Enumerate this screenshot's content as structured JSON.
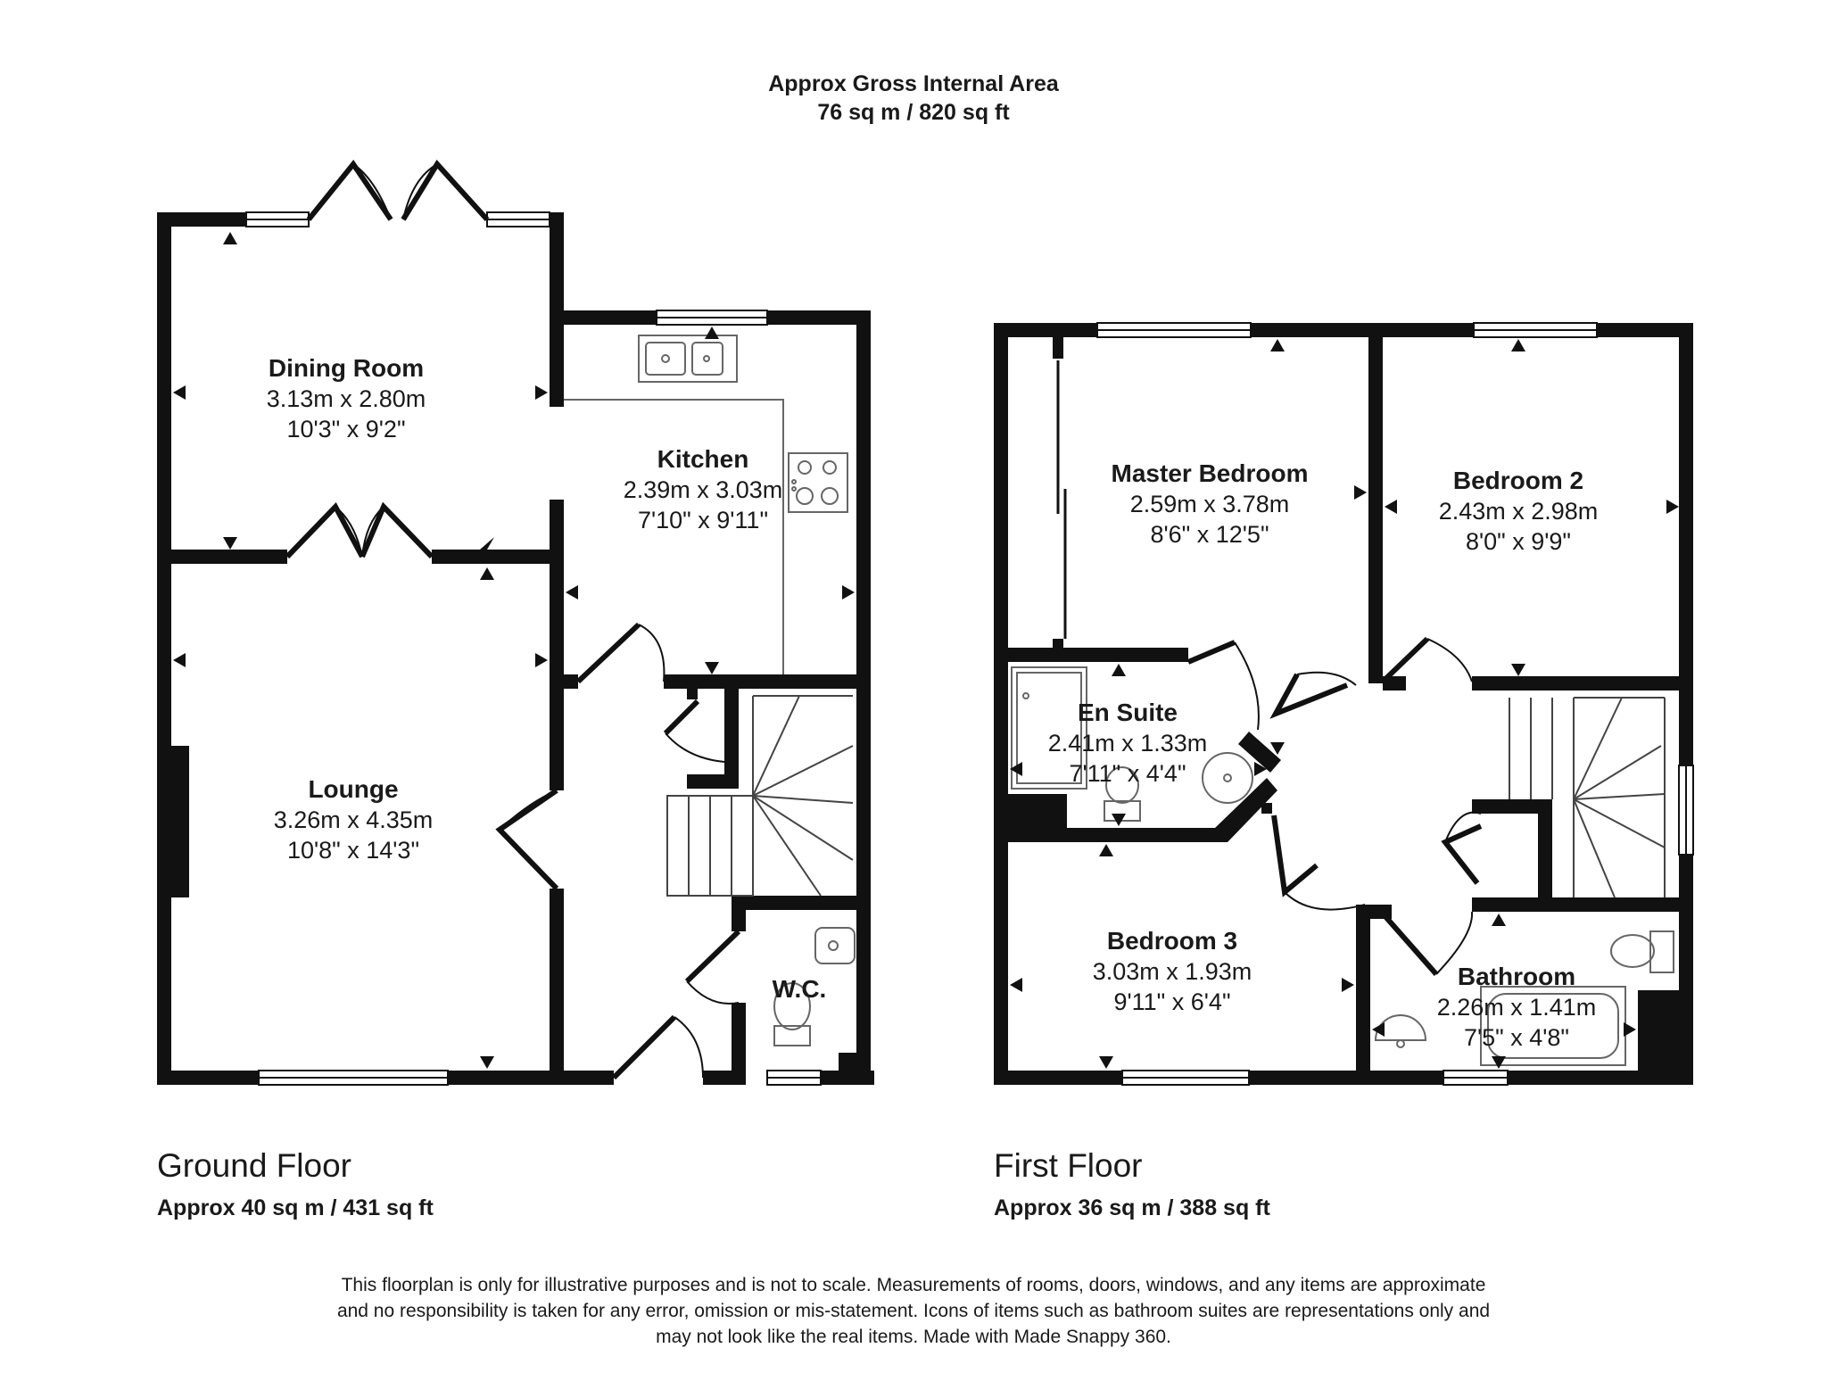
{
  "header": {
    "line1": "Approx Gross Internal Area",
    "line2": "76 sq m / 820 sq ft"
  },
  "ground_floor": {
    "title": "Ground Floor",
    "area": "Approx 40 sq m / 431 sq ft",
    "rooms": {
      "dining": {
        "name": "Dining Room",
        "metric": "3.13m x 2.80m",
        "imperial": "10'3\" x 9'2\""
      },
      "kitchen": {
        "name": "Kitchen",
        "metric": "2.39m x 3.03m",
        "imperial": "7'10\" x 9'11\""
      },
      "lounge": {
        "name": "Lounge",
        "metric": "3.26m x 4.35m",
        "imperial": "10'8\" x 14'3\""
      },
      "wc": {
        "name": "W.C."
      }
    }
  },
  "first_floor": {
    "title": "First Floor",
    "area": "Approx 36 sq m / 388 sq ft",
    "rooms": {
      "master": {
        "name": "Master Bedroom",
        "metric": "2.59m x 3.78m",
        "imperial": "8'6\" x 12'5\""
      },
      "bed2": {
        "name": "Bedroom 2",
        "metric": "2.43m x 2.98m",
        "imperial": "8'0\" x 9'9\""
      },
      "ensuite": {
        "name": "En Suite",
        "metric": "2.41m x 1.33m",
        "imperial": "7'11\" x 4'4\""
      },
      "bed3": {
        "name": "Bedroom 3",
        "metric": "3.03m x 1.93m",
        "imperial": "9'11\" x 6'4\""
      },
      "bathroom": {
        "name": "Bathroom",
        "metric": "2.26m x 1.41m",
        "imperial": "7'5\" x 4'8\""
      }
    }
  },
  "disclaimer": {
    "line1": "This floorplan is only for illustrative purposes and is not to scale. Measurements of rooms, doors, windows, and any items are approximate",
    "line2": "and no responsibility is taken for any error, omission or mis-statement. Icons of items such as bathroom suites are representations only and",
    "line3": "may not look like the real items. Made with Made Snappy 360."
  },
  "colors": {
    "wall": "#111111",
    "fixture": "#555555",
    "background": "#ffffff"
  }
}
